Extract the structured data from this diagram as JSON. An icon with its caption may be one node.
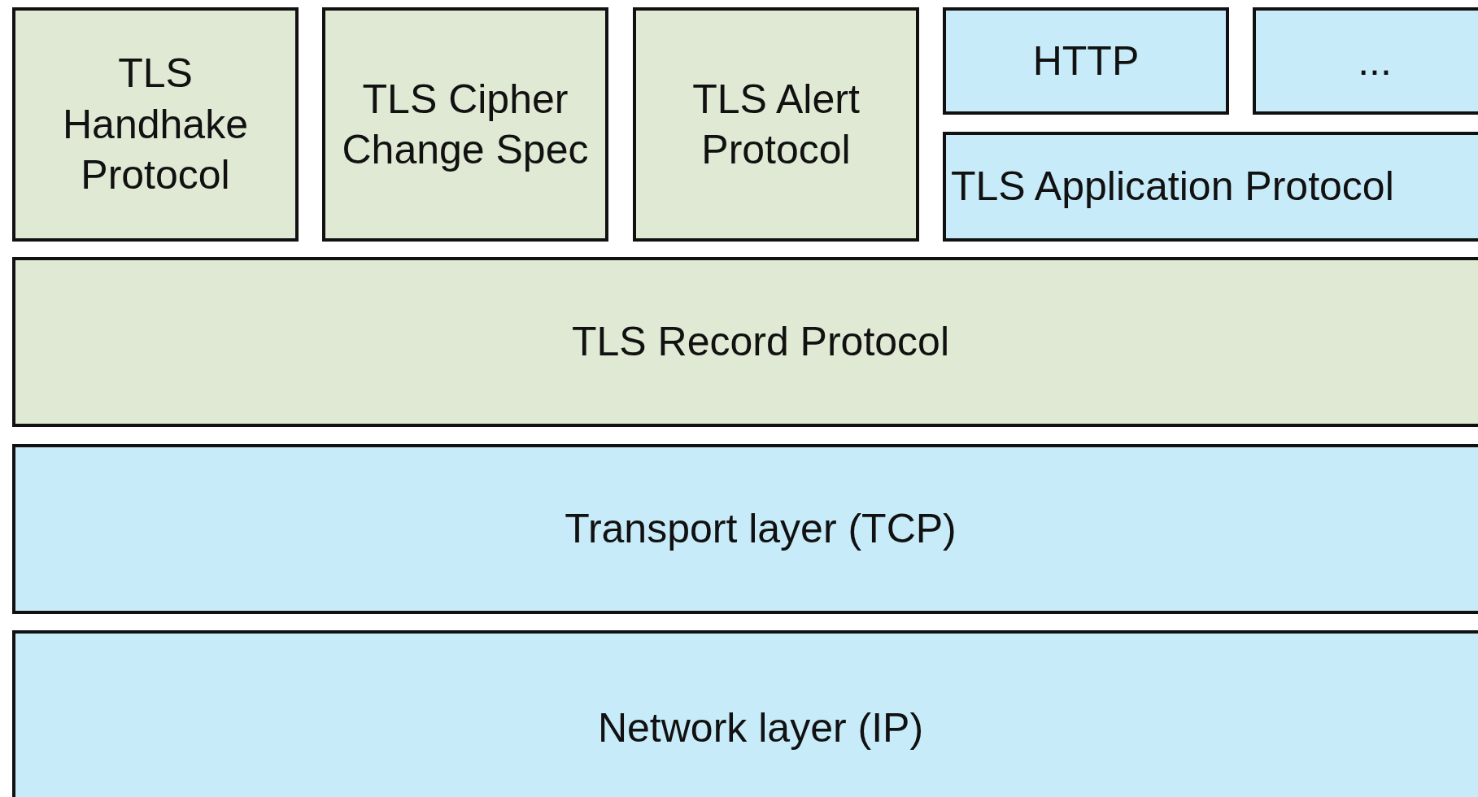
{
  "diagram": {
    "nodes": [
      {
        "text": [
          "TLS Handhake Protocol"
        ]
      },
      {
        "text": [
          "TLS Cipher Change Spec"
        ]
      },
      {
        "text": [
          "TLS Alert Protocol"
        ]
      },
      {
        "text": [
          "HTTP"
        ]
      },
      {
        "text": [
          "..."
        ]
      },
      {
        "text": [
          "TLS Application Protocol"
        ]
      },
      {
        "text": [
          "TLS Record Protocol"
        ]
      },
      {
        "text": [
          "Transport layer (TCP)"
        ]
      },
      {
        "text": [
          "Network layer (IP)"
        ]
      }
    ]
  }
}
